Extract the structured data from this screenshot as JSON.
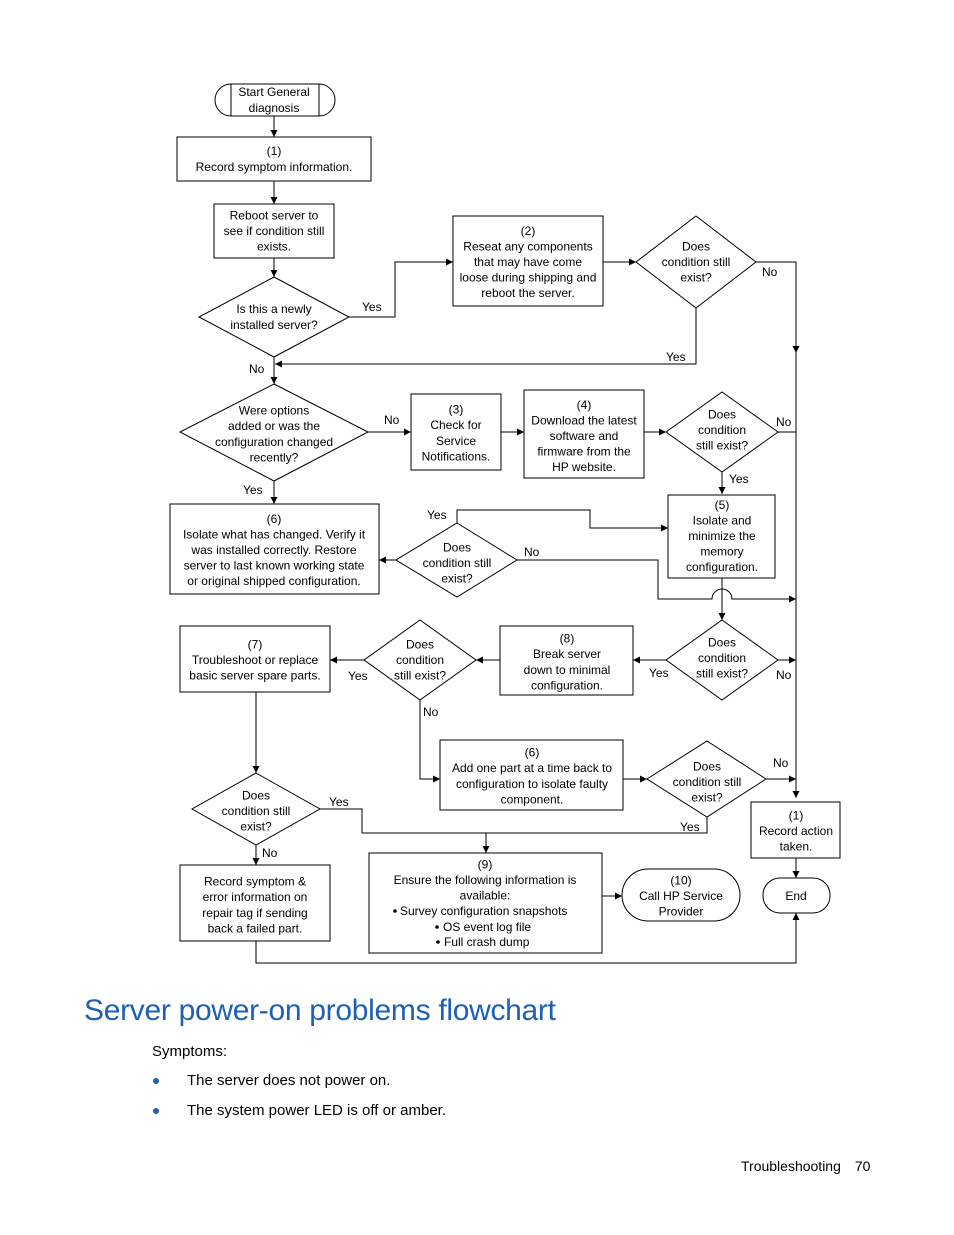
{
  "flowchart": {
    "start": [
      "Start General",
      "diagnosis"
    ],
    "n1": [
      "(1)",
      "Record symptom information."
    ],
    "reboot": [
      "Reboot server to",
      "see if condition still",
      "exists."
    ],
    "q_new": [
      "Is this a newly",
      "installed server?"
    ],
    "n2": [
      "(2)",
      "Reseat any components",
      "that may have come",
      "loose during shipping and",
      "reboot the server."
    ],
    "q_after2": [
      "Does",
      "condition still",
      "exist?"
    ],
    "q_options": [
      "Were options",
      "added or was the",
      "configuration changed",
      "recently?"
    ],
    "n3": [
      "(3)",
      "Check for",
      "Service",
      "Notifications."
    ],
    "n4": [
      "(4)",
      "Download the latest",
      "software and",
      "firmware from the",
      "HP website."
    ],
    "q_after4": [
      "Does",
      "condition",
      "still exist?"
    ],
    "n6a": [
      "(6)",
      "Isolate what has changed. Verify it",
      "was installed correctly.  Restore",
      "server to last known working state",
      "or original shipped configuration."
    ],
    "q_after6a": [
      "Does",
      "condition still",
      "exist?"
    ],
    "n5": [
      "(5)",
      "Isolate and",
      "minimize the",
      "memory",
      "configuration."
    ],
    "n7": [
      "(7)",
      "Troubleshoot or replace",
      "basic server spare parts."
    ],
    "q_after8": [
      "Does",
      "condition",
      "still exist?"
    ],
    "n8": [
      "(8)",
      "Break server",
      "down to minimal",
      "configuration."
    ],
    "q_after5": [
      "Does",
      "condition",
      "still exist?"
    ],
    "n6b": [
      "(6)",
      "Add one part at a time back to",
      "configuration to isolate faulty",
      "component."
    ],
    "q_after6b": [
      "Does",
      "condition still",
      "exist?"
    ],
    "q_after7": [
      "Does",
      "condition still",
      "exist?"
    ],
    "record_action": [
      "(1)",
      "Record action",
      "taken."
    ],
    "record_symptom": [
      "Record symptom &",
      "error information on",
      "repair tag if sending",
      "back a failed part."
    ],
    "n9": [
      "(9)",
      "Ensure the following information is",
      "available:"
    ],
    "n9_bullets": [
      "Survey configuration snapshots",
      "OS event log file",
      "Full crash dump"
    ],
    "n10": [
      "(10)",
      "Call HP Service",
      "Provider"
    ],
    "end": [
      "End"
    ],
    "labels": {
      "yes": "Yes",
      "no": "No"
    }
  },
  "section": {
    "heading": "Server power-on problems flowchart",
    "symptoms_label": "Symptoms:",
    "symptoms": [
      "The server does not power on.",
      "The system power LED is off or amber."
    ]
  },
  "footer": {
    "section": "Troubleshooting",
    "page_number": "70"
  }
}
